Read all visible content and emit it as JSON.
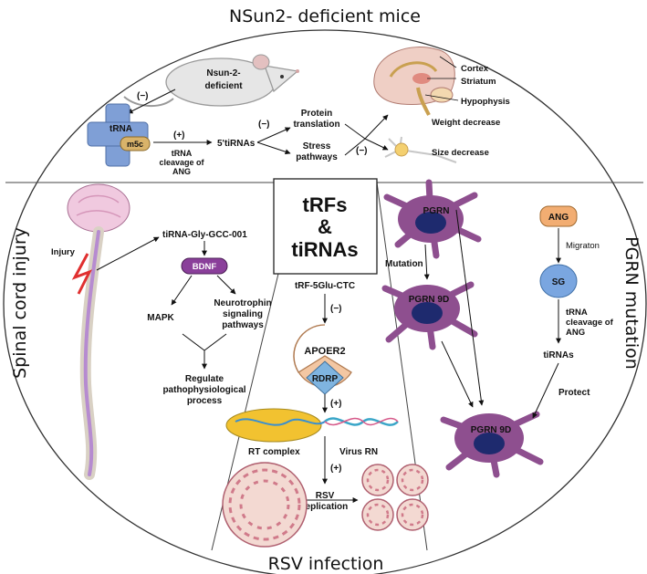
{
  "sections": {
    "top": "NSun2- deficient  mice",
    "left": "Spinal  cord  injury",
    "right": "PGRN mutation",
    "bottom": "RSV infection"
  },
  "center_box": {
    "line1": "tRFs",
    "line2": "&",
    "line3": "tiRNAs"
  },
  "nsun2": {
    "mouse_line1": "Nsun-2-",
    "mouse_line2": "deficient",
    "minus1": "(−)",
    "trna": "tRNA",
    "m5c": "m5c",
    "plus": "(+)",
    "cleavage1": "tRNA",
    "cleavage2": "cleavage of",
    "cleavage3": "ANG",
    "tirnas": "5'tiRNAs",
    "minus2": "(−)",
    "protein1": "Protein",
    "protein2": "translation",
    "stress1": "Stress",
    "stress2": "pathways",
    "minus3": "(−)",
    "cortex": "Cortex",
    "striatum": "Striatum",
    "hypophysis": "Hypophysis",
    "weight": "Weight decrease",
    "size": "Size decrease"
  },
  "sci": {
    "injury": "Injury",
    "tirna": "tiRNA-Gly-GCC-001",
    "bdnf": "BDNF",
    "mapk": "MAPK",
    "neuro1": "Neurotrophin",
    "neuro2": "signaling",
    "neuro3": "pathways",
    "reg1": "Regulate",
    "reg2": "pathophysiological",
    "reg3": "process"
  },
  "rsv": {
    "trf": "tRF-5Glu-CTC",
    "minus": "(−)",
    "apoer2": "APOER2",
    "rdrp": "RDRP",
    "plus1": "(+)",
    "rt": "RT complex",
    "virus": "Virus RN",
    "plus2": "(+)",
    "rep1": "RSV",
    "rep2": "replication"
  },
  "pgrn": {
    "pgrn": "PGRN",
    "mutation": "Mutation",
    "pgrn9d_a": "PGRN 9D",
    "pgrn9d_b": "PGRN 9D",
    "ang": "ANG",
    "migration": "Migraton",
    "sg": "SG",
    "cl1": "tRNA",
    "cl2": "cleavage of",
    "cl3": "ANG",
    "tirnas": "tiRNAs",
    "protect": "Protect"
  },
  "colors": {
    "neuron": "#8e4f8f",
    "nucleus": "#1e2a6e",
    "trna": "#7f9fd6",
    "m5c": "#d9b36a",
    "bdnf": "#8a3f9a",
    "apoer2": "#f3c7a3",
    "rdrp": "#7fb4e0",
    "ang": "#f2ad72",
    "sg": "#7aa6e0"
  }
}
